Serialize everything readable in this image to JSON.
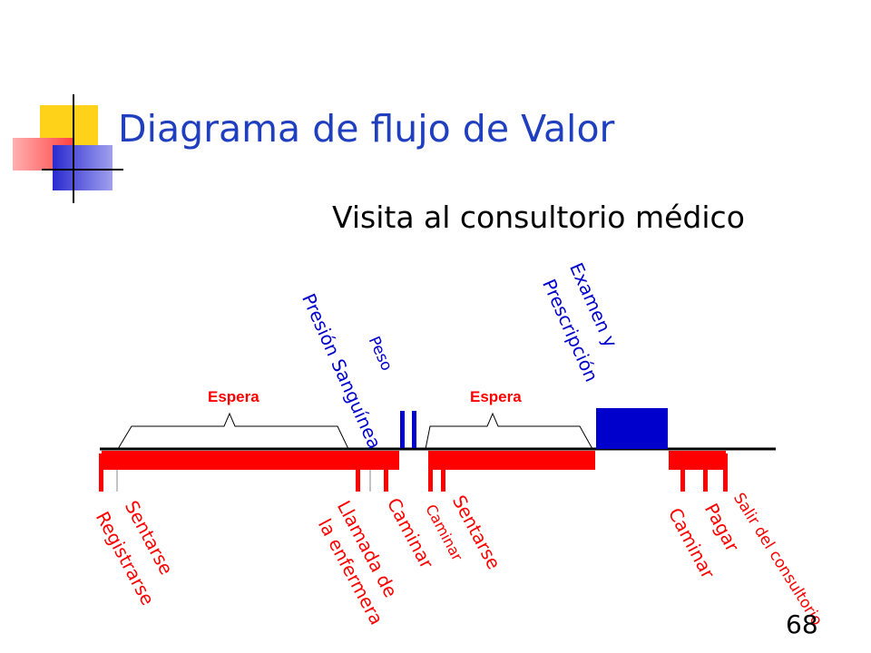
{
  "header": {
    "title": "Diagrama de flujo de Valor",
    "subtitle": "Visita al consultorio médico"
  },
  "diagram": {
    "wait_labels": [
      "Espera",
      "Espera"
    ],
    "value_added_labels": {
      "peso": "Peso",
      "presion": "Presión Sanguínea",
      "examen_line1": "Examen y",
      "examen_line2": "Prescripción"
    },
    "non_value_labels": {
      "registrarse": "Registrarse",
      "sentarse1": "Sentarse",
      "llamada_line1": "Llamada de",
      "llamada_line2": "la enfermera",
      "caminar1": "Caminar",
      "caminar2": "Caminar",
      "sentarse2": "Sentarse",
      "caminar3": "Caminar",
      "pagar": "Pagar",
      "salir": "Salir del consultorio"
    },
    "colors": {
      "non_value_added": "#ff0000",
      "value_added": "#0000cc",
      "title": "#1f3fbf"
    }
  },
  "footer": {
    "page_number": "68"
  }
}
